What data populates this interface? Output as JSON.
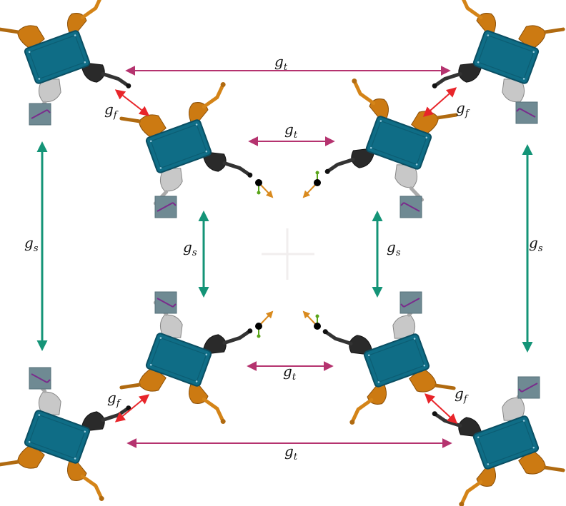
{
  "colors": {
    "g_t": "#b5336f",
    "g_f": "#e8252a",
    "g_s": "#149477",
    "body": "#0f6d86",
    "body_dark": "#0a4f63",
    "arm_orange": "#cc7a12",
    "arm_white": "#c8c8c8",
    "arm_black": "#2a2a2a",
    "box": "#6f8a93",
    "purple": "#7a2c8c",
    "green_tip": "#5aa51a"
  },
  "labels": {
    "gt_top": {
      "main": "g",
      "sub": "t"
    },
    "gt_inner_top": {
      "main": "g",
      "sub": "t"
    },
    "gt_inner_bottom": {
      "main": "g",
      "sub": "t"
    },
    "gt_bottom": {
      "main": "g",
      "sub": "t"
    },
    "gf_tl": {
      "main": "g",
      "sub": "f"
    },
    "gf_tr": {
      "main": "g",
      "sub": "f"
    },
    "gf_bl": {
      "main": "g",
      "sub": "f"
    },
    "gf_br": {
      "main": "g",
      "sub": "f"
    },
    "gs_left": {
      "main": "g",
      "sub": "s"
    },
    "gs_inner_left": {
      "main": "g",
      "sub": "s"
    },
    "gs_inner_right": {
      "main": "g",
      "sub": "s"
    },
    "gs_right": {
      "main": "g",
      "sub": "s"
    }
  },
  "robots": [
    {
      "id": "outer-top-left"
    },
    {
      "id": "inner-top-left"
    },
    {
      "id": "inner-top-right"
    },
    {
      "id": "outer-top-right"
    },
    {
      "id": "outer-bottom-left"
    },
    {
      "id": "inner-bottom-left"
    },
    {
      "id": "inner-bottom-right"
    },
    {
      "id": "outer-bottom-right"
    }
  ]
}
